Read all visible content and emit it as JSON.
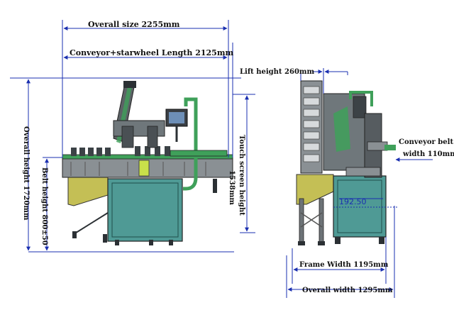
{
  "dimensions": {
    "overall_size": "Overall size 2255mm",
    "conveyor_length": "Conveyor+starwheel Length 2125mm",
    "lift_height": "Lift height 260mm",
    "conveyor_belt": "Conveyor belt",
    "belt_width": "width 110mm",
    "touch_screen_height": "Touch screen height",
    "touch_screen_value": "1538mm",
    "overall_height": "Overall height 1720mm",
    "belt_height": "Belt height 800±50",
    "frame_width": "Frame Width 1195mm",
    "overall_width": "Overall width 1295mm",
    "side_value": "192.50"
  },
  "colors": {
    "dimension_line": "#1a2fb0",
    "frame_teal": "#4f9a95",
    "tank_olive": "#c4bf55",
    "conveyor_green": "#3fa05a",
    "machine_gray": "#8a9094",
    "dark": "#2b3034"
  }
}
